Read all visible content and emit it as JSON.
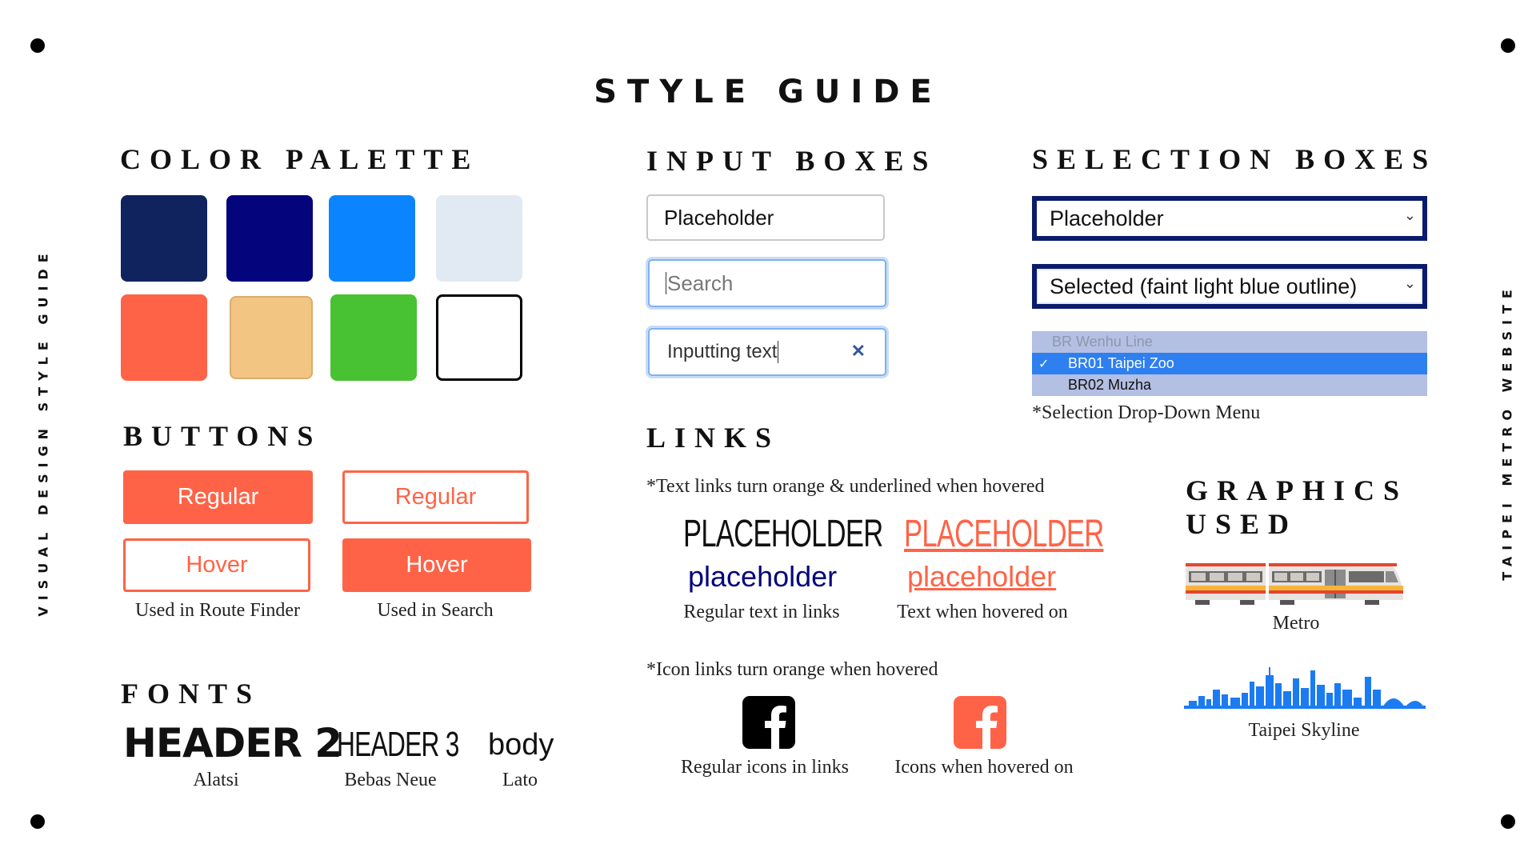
{
  "title": "STYLE GUIDE",
  "side_left": "VISUAL DESIGN STYLE GUIDE",
  "side_right": "TAIPEI METRO WEBSITE",
  "color_palette": {
    "title": "COLOR PALETTE",
    "colors": [
      "#10235e",
      "#04057c",
      "#0b85ff",
      "#e1eaf2",
      "#ff6347",
      "#f3c583",
      "#48c232",
      "#ffffff"
    ]
  },
  "buttons": {
    "title": "BUTTONS",
    "regular_label": "Regular",
    "hover_label": "Hover",
    "route_finder_caption": "Used in Route Finder",
    "search_caption": "Used in Search"
  },
  "fonts": {
    "title": "FONTS",
    "header2_sample": "HEADER 2",
    "header2_name": "Alatsi",
    "header3_sample": "HEADER 3",
    "header3_name": "Bebas Neue",
    "body_sample": "body",
    "body_name": "Lato"
  },
  "input_boxes": {
    "title": "INPUT BOXES",
    "placeholder": "Placeholder",
    "search_placeholder": "Search",
    "typing_value": "Inputting text",
    "clear_icon": "✕"
  },
  "selection_boxes": {
    "title": "SELECTION BOXES",
    "placeholder": "Placeholder",
    "selected": "Selected (faint light blue outline)",
    "dropdown": {
      "header": "BR Wenhu Line",
      "selected_item": "BR01 Taipei Zoo",
      "item": "BR02 Muzha",
      "check": "✓"
    },
    "caption": "*Selection Drop-Down Menu"
  },
  "links": {
    "title": "LINKS",
    "text_note": "*Text links turn orange & underlined when hovered",
    "header_link": "PLACEHOLDER",
    "text_link": "placeholder",
    "regular_caption": "Regular text in links",
    "hover_caption": "Text when hovered on",
    "icon_note": "*Icon links turn orange when hovered",
    "icon_regular_caption": "Regular icons in links",
    "icon_hover_caption": "Icons when hovered on",
    "link_color": "#04057c",
    "hover_color": "#ff6347"
  },
  "graphics": {
    "title_line1": "GRAPHICS",
    "title_line2": "USED",
    "metro_caption": "Metro",
    "skyline_caption": "Taipei Skyline"
  }
}
